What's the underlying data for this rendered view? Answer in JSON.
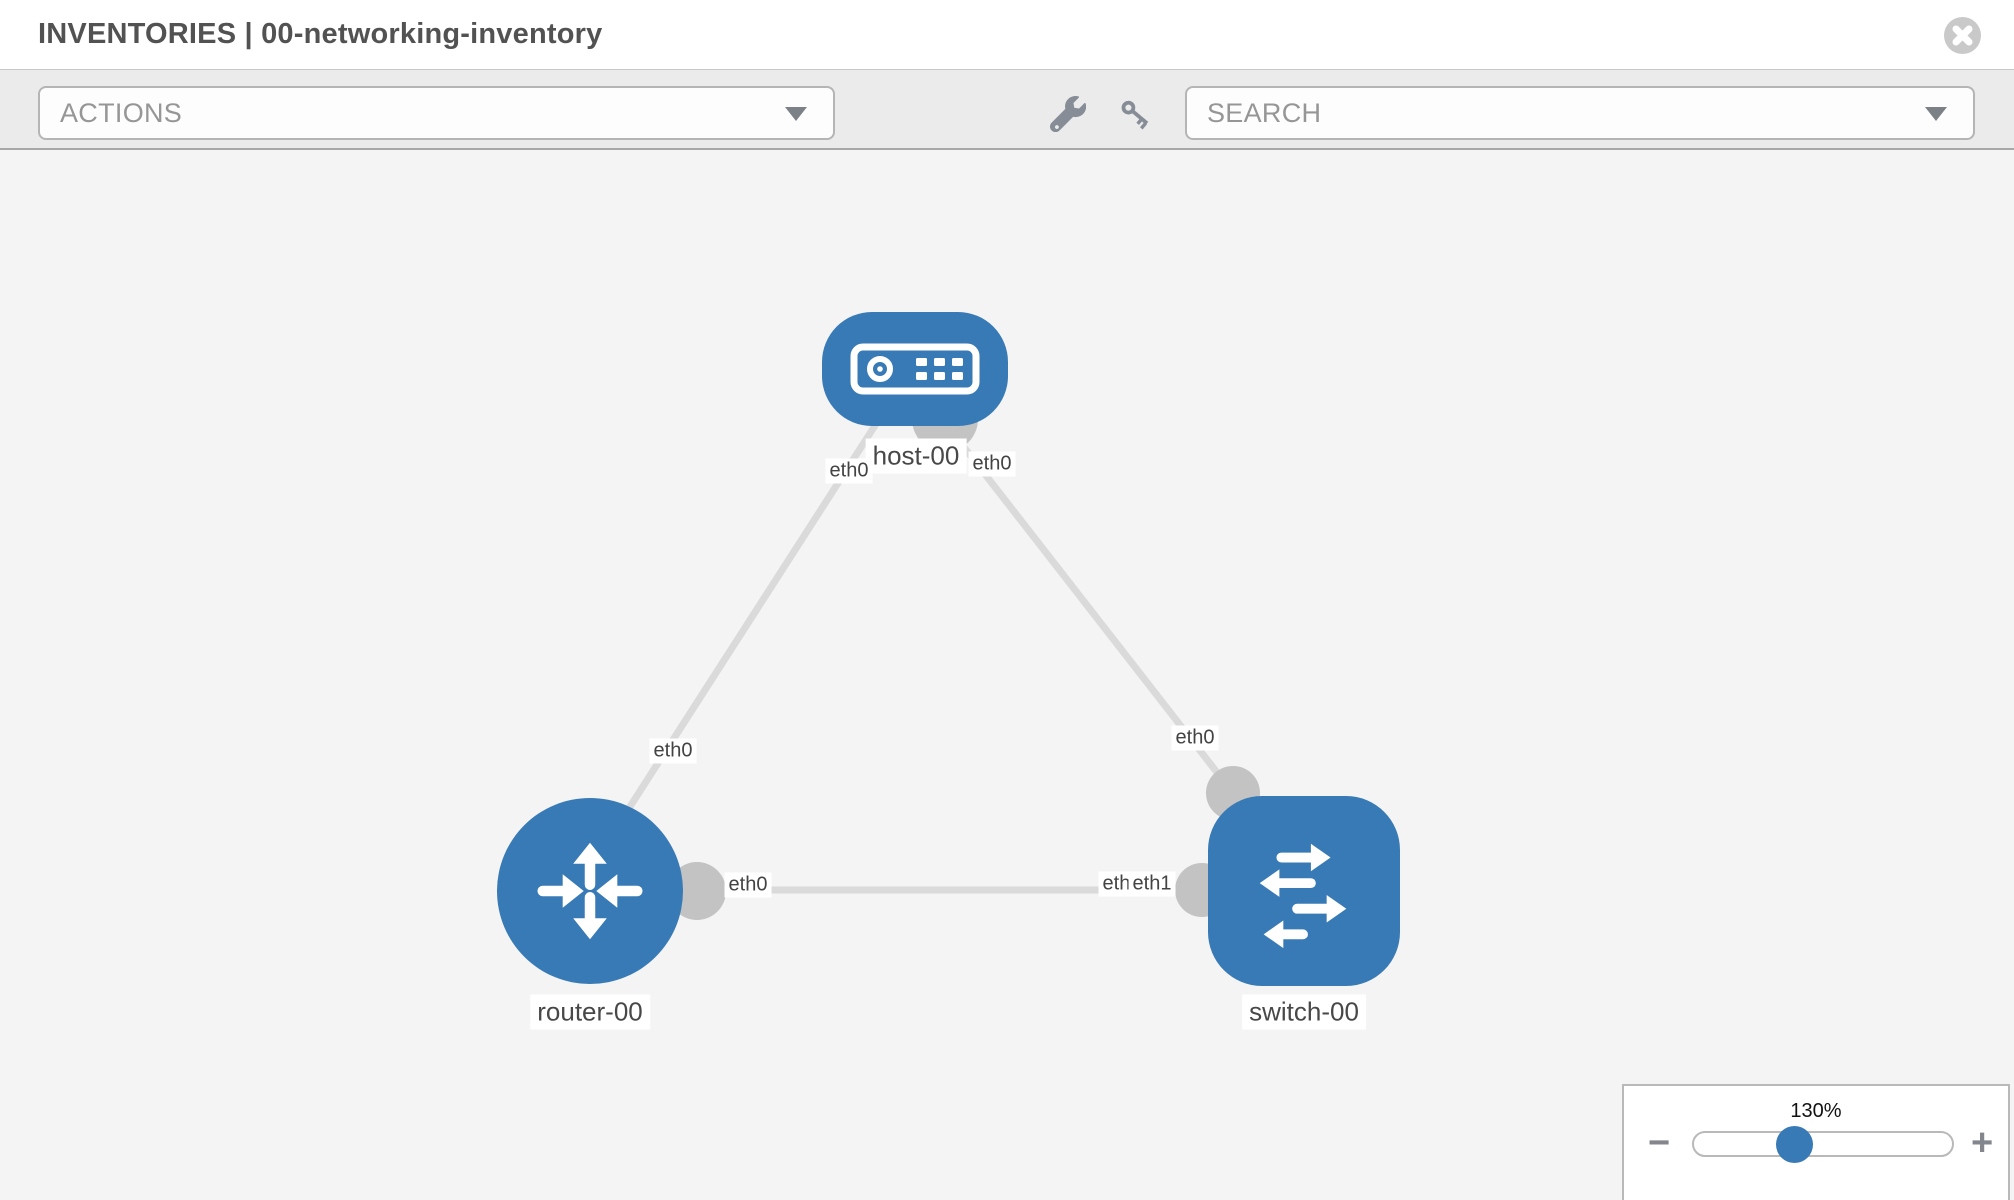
{
  "window": {
    "title": "INVENTORIES | 00-networking-inventory"
  },
  "toolbar": {
    "actions_label": "ACTIONS",
    "search_label": "SEARCH"
  },
  "topology": {
    "nodes": [
      {
        "id": "host-00",
        "type": "host",
        "label": "host-00"
      },
      {
        "id": "router-00",
        "type": "router",
        "label": "router-00"
      },
      {
        "id": "switch-00",
        "type": "switch",
        "label": "switch-00"
      }
    ],
    "links": [
      {
        "from": "host-00",
        "to": "router-00",
        "from_interface": "eth0",
        "to_interface": "eth0"
      },
      {
        "from": "host-00",
        "to": "switch-00",
        "from_interface": "eth0",
        "to_interface": "eth0"
      },
      {
        "from": "router-00",
        "to": "switch-00",
        "from_interface": "eth0",
        "to_interface": "eth1",
        "occluded_label": "eth0"
      }
    ]
  },
  "zoom_panel": {
    "level": "130%",
    "minus_label": "−",
    "plus_label": "+"
  },
  "colors": {
    "node_blue": "#387ab5",
    "link_gray": "#dadada",
    "dot_gray": "#c3c3c3",
    "icon_gray": "#878d96",
    "label_text": "#484848"
  }
}
